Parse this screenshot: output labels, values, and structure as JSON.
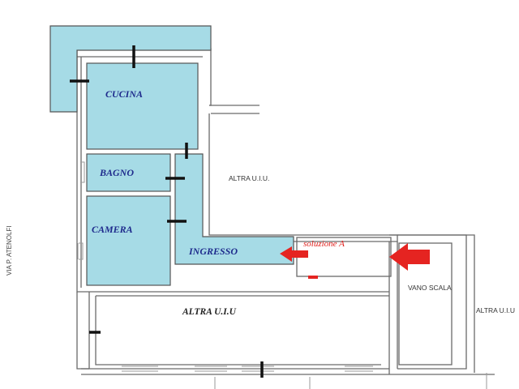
{
  "rooms": {
    "cucina": "CUCINA",
    "bagno": "BAGNO",
    "camera": "CAMERA",
    "ingresso": "INGRESSO"
  },
  "units": {
    "altra_uiu_upper": "ALTRA U.I.U.",
    "altra_uiu_right": "ALTRA U.I.U",
    "altra_uiu_lower": "ALTRA U.I.U",
    "vano_scala": "VANO SCALA"
  },
  "annotation": {
    "solution": "soluzione A"
  },
  "street": "VIA P. ATENOLFI",
  "colors": {
    "room_fill": "#a6dbe6",
    "room_label": "#1e2a8c",
    "arrow": "#e52421"
  }
}
